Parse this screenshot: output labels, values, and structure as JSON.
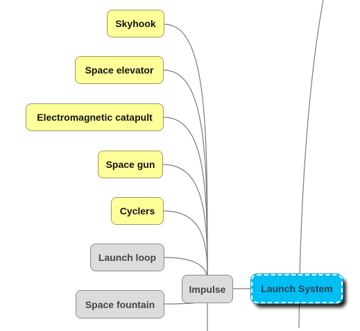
{
  "diagram": {
    "root": {
      "label": "Launch System",
      "color": "#00bff3"
    },
    "hub": {
      "label": "Impulse"
    },
    "children": [
      {
        "id": "skyhook",
        "label": "Skyhook",
        "style": "yellow"
      },
      {
        "id": "space-elevator",
        "label": "Space elevator",
        "style": "yellow"
      },
      {
        "id": "electromagnetic-catapult",
        "label": "Electromagnetic catapult",
        "style": "yellow"
      },
      {
        "id": "space-gun",
        "label": "Space gun",
        "style": "yellow"
      },
      {
        "id": "cyclers",
        "label": "Cyclers",
        "style": "yellow"
      },
      {
        "id": "launch-loop",
        "label": "Launch loop",
        "style": "gray"
      },
      {
        "id": "space-fountain",
        "label": "Space fountain",
        "style": "gray"
      }
    ]
  },
  "colors": {
    "yellow_fill": "#ffff99",
    "gray_fill": "#dcdcdc",
    "connector": "#7a7a7a"
  }
}
